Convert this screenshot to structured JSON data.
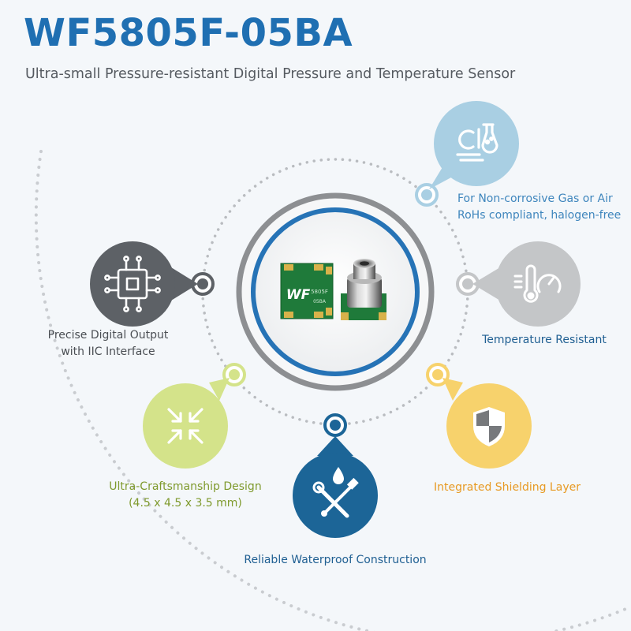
{
  "title": "WF5805F-05BA",
  "subtitle": "Ultra-small Pressure-resistant Digital Pressure and Temperature Sensor",
  "product": {
    "chip_logo": "WF",
    "chip_marking_line1": "5805F",
    "chip_marking_line2": "05BA"
  },
  "features": {
    "gas": {
      "line1": "For Non-corrosive Gas or Air",
      "line2": "RoHs compliant, halogen-free",
      "icon": "gas-flask-icon",
      "color": "#a9cfe3"
    },
    "digital": {
      "line1": "Precise Digital Output",
      "line2": "with IIC Interface",
      "icon": "chip-circuit-icon",
      "color": "#5d6166"
    },
    "temperature": {
      "line1": "Temperature Resistant",
      "icon": "thermometer-gauge-icon",
      "color": "#c4c6c8"
    },
    "design": {
      "line1": "Ultra-Craftsmanship Design",
      "line2": "(4.5 x 4.5 x 3.5 mm)",
      "icon": "compress-arrows-icon",
      "color": "#d4e38a"
    },
    "shielding": {
      "line1": "Integrated Shielding Layer",
      "icon": "shield-icon",
      "color": "#f7d26c"
    },
    "waterproof": {
      "line1": "Reliable Waterproof Construction",
      "icon": "water-tools-icon",
      "color": "#1c6597"
    }
  },
  "colors": {
    "brand_blue": "#1f6fb2",
    "dark_gray": "#5d6166",
    "light_gray": "#c4c6c8",
    "light_blue": "#a9cfe3",
    "lime": "#d4e38a",
    "yellow": "#f7d26c",
    "navy": "#1c6597",
    "pcb_green": "#1f7a3a"
  }
}
